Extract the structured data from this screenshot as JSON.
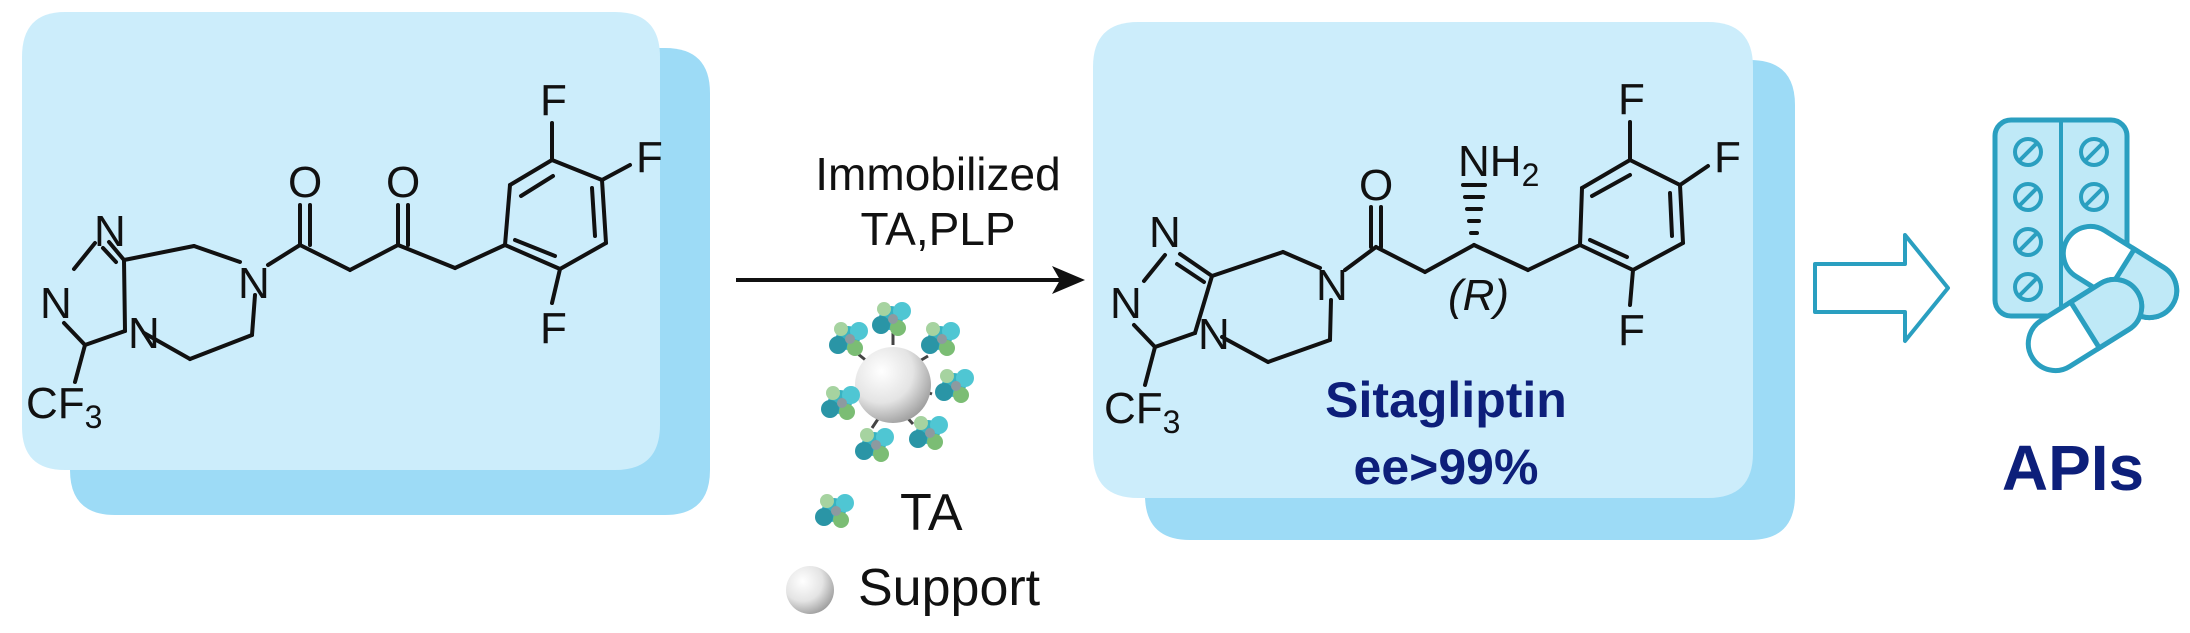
{
  "colors": {
    "card_front": "#ccedfb",
    "card_back": "#9ddbf6",
    "product_text": "#0d1f7a",
    "pill_icon": "#2a9fc0",
    "pill_fill": "#bfe9f7"
  },
  "reactant": {
    "atoms": {
      "N1": "N",
      "N2": "N",
      "N3": "N",
      "N4": "N",
      "O1": "O",
      "O2": "O",
      "F1": "F",
      "F2": "F",
      "F3": "F",
      "cf3_main": "CF",
      "cf3_sub": "3"
    }
  },
  "conditions": {
    "line1": "Immobilized",
    "line2": "TA,PLP"
  },
  "legend": {
    "enzyme": "TA",
    "support": "Support"
  },
  "product": {
    "atoms": {
      "N1": "N",
      "N2": "N",
      "N3": "N",
      "N4": "N",
      "O1": "O",
      "F1": "F",
      "F2": "F",
      "F3": "F",
      "nh2_main": "NH",
      "nh2_sub": "2",
      "cf3_main": "CF",
      "cf3_sub": "3"
    },
    "stereo_label": "(R)",
    "name": "Sitagliptin",
    "ee": "ee>99%"
  },
  "target": {
    "icon": "pills-icon",
    "label": "APIs"
  }
}
